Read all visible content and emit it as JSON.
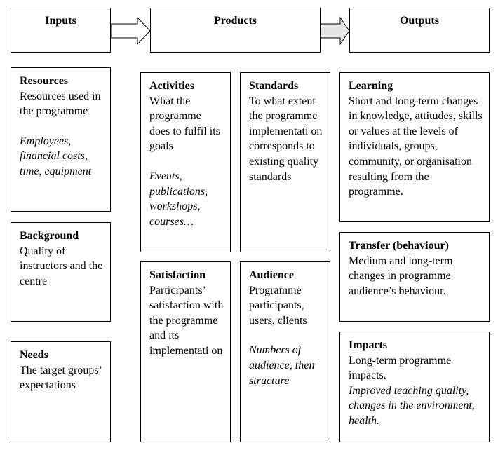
{
  "headers": {
    "inputs": "Inputs",
    "products": "Products",
    "outputs": "Outputs"
  },
  "inputs": {
    "resources": {
      "title": "Resources",
      "desc": "Resources used in the programme",
      "examples": "Employees, financial costs, time, equipment"
    },
    "background": {
      "title": "Background",
      "desc": "Quality of instructors and the centre"
    },
    "needs": {
      "title": "Needs",
      "desc": "The target groups’ expectations"
    }
  },
  "products": {
    "activities": {
      "title": "Activities",
      "desc": "What the programme does to fulfil its goals",
      "examples": "Events, publications, workshops, courses…"
    },
    "standards": {
      "title": "Standards",
      "desc": "To what extent the programme implementati on corresponds to existing quality standards"
    },
    "satisfaction": {
      "title": "Satisfaction",
      "desc": "Participants’ satisfaction with the programme and its implementati on"
    },
    "audience": {
      "title": "Audience",
      "desc": "Programme participants, users, clients",
      "examples": "Numbers of audience, their structure"
    }
  },
  "outputs": {
    "learning": {
      "title": "Learning",
      "desc": "Short and long-term changes in knowledge, attitudes, skills or values at the levels of individuals, groups, community, or organisation resulting from the programme."
    },
    "transfer": {
      "title": "Transfer (behaviour)",
      "desc": "Medium and long-term changes in programme audience’s behaviour."
    },
    "impacts": {
      "title": "Impacts",
      "desc": "Long-term programme impacts.",
      "examples": "Improved teaching quality, changes in the environment, health."
    }
  }
}
